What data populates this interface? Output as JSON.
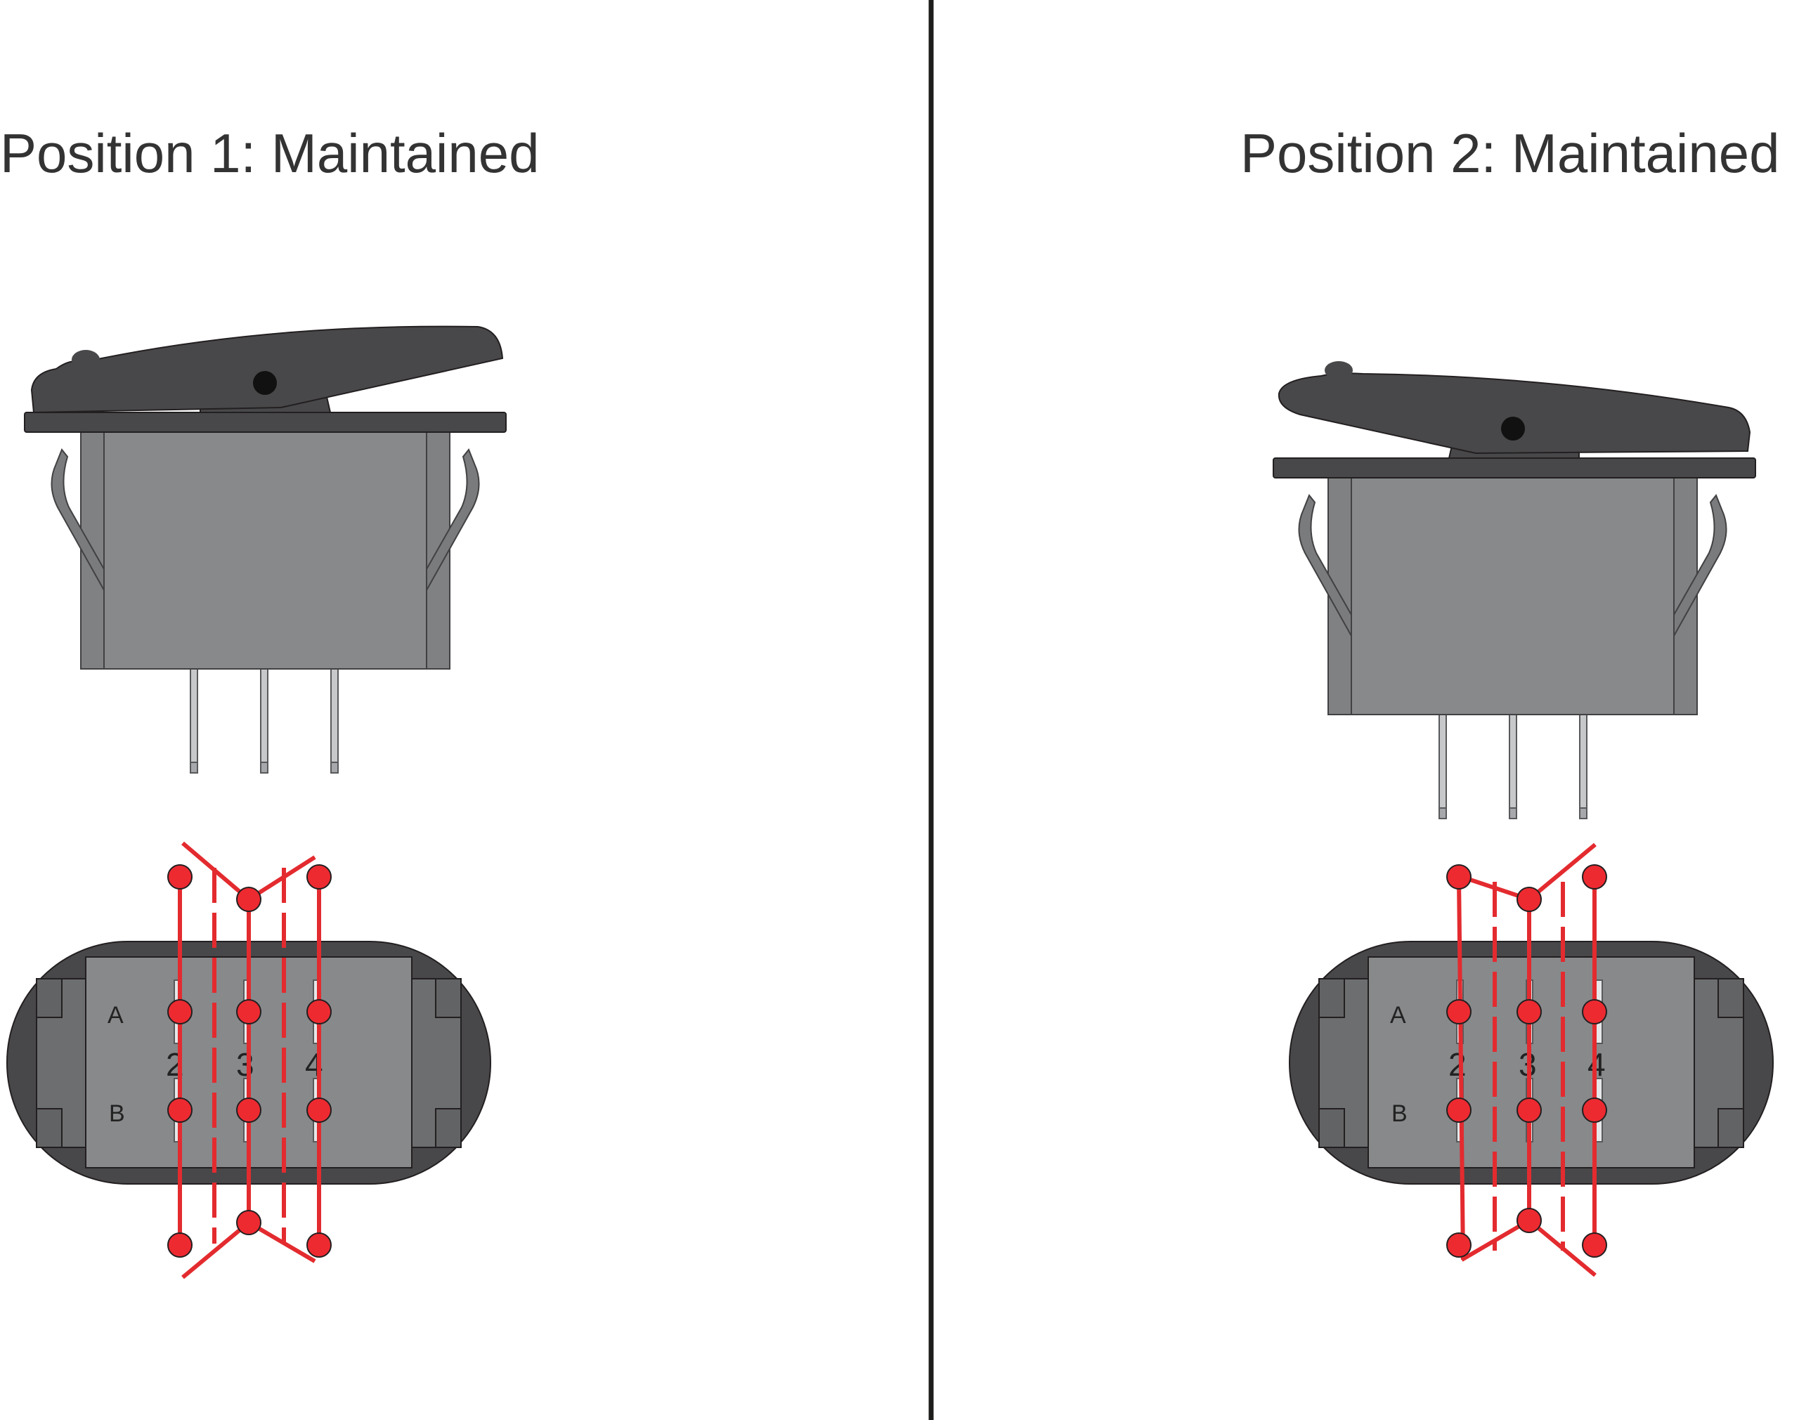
{
  "panels": [
    {
      "title": "Position 1: Maintained",
      "rows": [
        "A",
        "B"
      ],
      "pins": [
        "2",
        "3",
        "4"
      ]
    },
    {
      "title": "Position 2: Maintained",
      "rows": [
        "A",
        "B"
      ],
      "pins": [
        "2",
        "3",
        "4"
      ]
    }
  ],
  "colors": {
    "rocker": "#48484a",
    "body": "#88898b",
    "body_dark": "#6d6e70",
    "terminal": "#c7c8ca",
    "circuit": "#e32b2f",
    "circuit_fill": "#ee2a31",
    "divider": "#1d1d1b"
  }
}
